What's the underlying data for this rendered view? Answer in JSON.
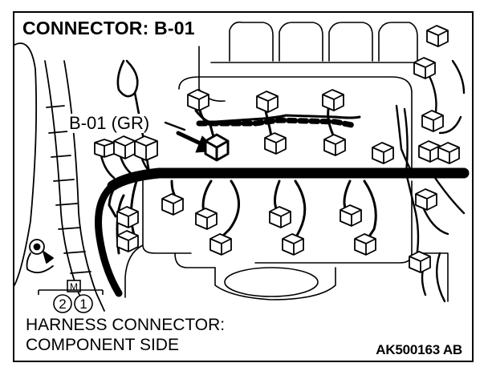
{
  "title": "CONNECTOR: B-01",
  "callout_label": "B-01 (GR)",
  "harness_note_line1": "HARNESS CONNECTOR:",
  "harness_note_line2": "COMPONENT SIDE",
  "figure_code": "AK500163 AB",
  "connector_symbol": {
    "marker": "M",
    "pins": [
      "2",
      "1"
    ]
  },
  "colors": {
    "line": "#000000",
    "background": "#ffffff"
  }
}
